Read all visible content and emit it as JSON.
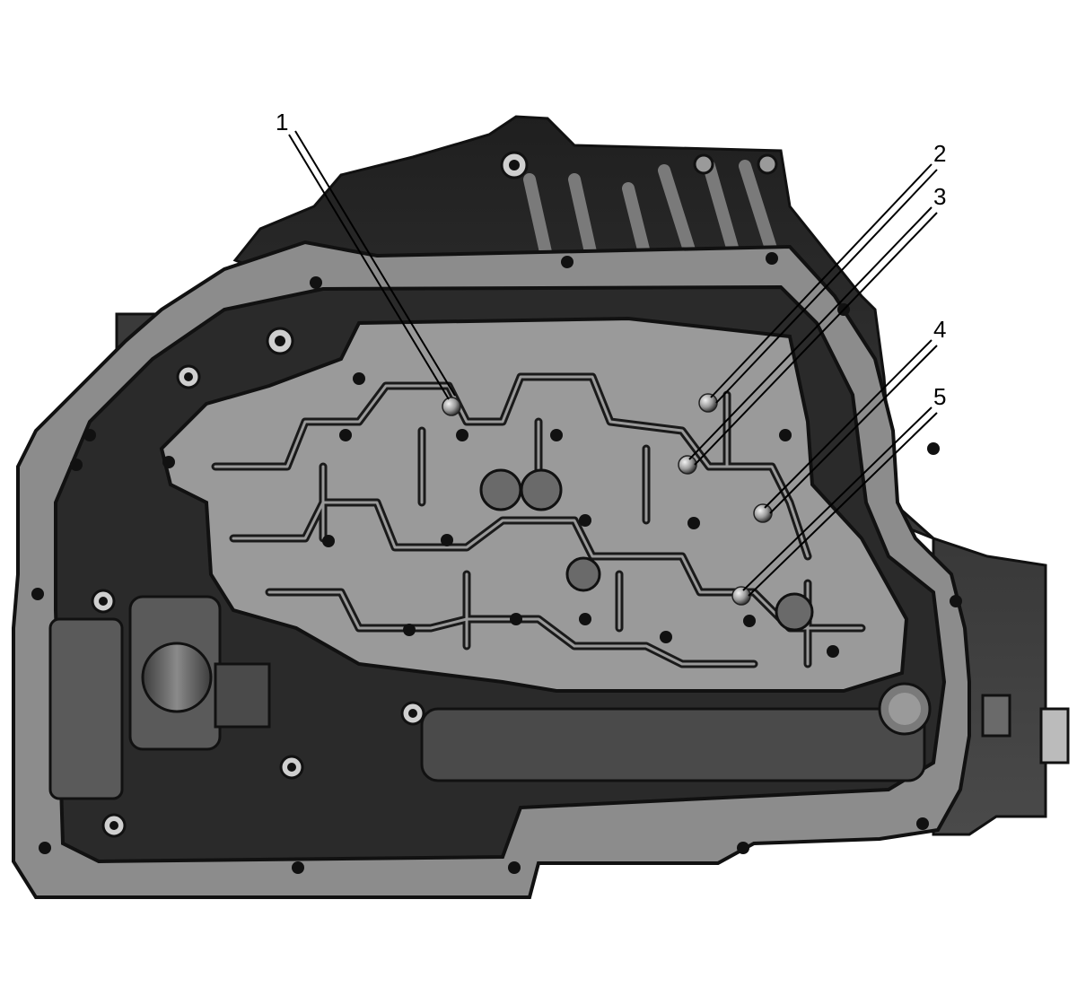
{
  "colors": {
    "background": "#ffffff",
    "gasket": "#8c8c8c",
    "housing_dark": "#2e2e2e",
    "housing_mid": "#5a5a5a",
    "channel_plate": "#9a9a9a",
    "channel_wall": "#1a1a1a",
    "bolt": "#111111",
    "check_ball": "#bdbdbd",
    "leader_line": "#000000"
  },
  "icons": [
    "check-ball-icon",
    "bolt-hole-icon"
  ],
  "callouts": [
    {
      "label": "1"
    },
    {
      "label": "2"
    },
    {
      "label": "3"
    },
    {
      "label": "4"
    },
    {
      "label": "5"
    }
  ]
}
